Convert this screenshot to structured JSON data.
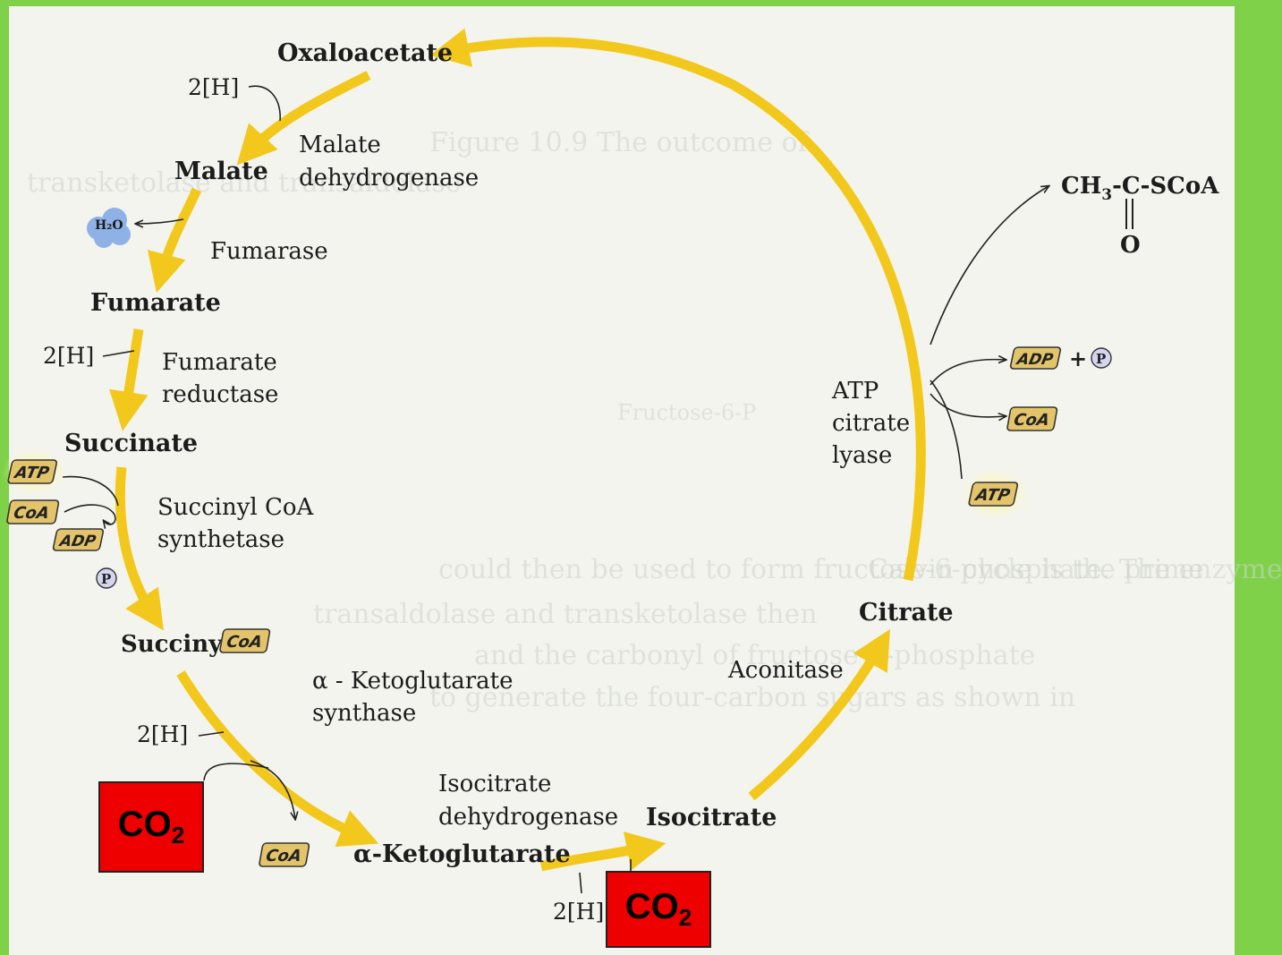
{
  "colors": {
    "frame": "#7fd14a",
    "arrow": "#f2c81c",
    "co2_box": "#ee0000",
    "background": "#f4f4ee"
  },
  "metabolites": {
    "oxaloacetate": "Oxaloacetate",
    "malate": "Malate",
    "fumarate": "Fumarate",
    "succinate": "Succinate",
    "succinyl_coa_prefix": "Succinyl-",
    "alpha_ketoglutarate": "α-Ketoglutarate",
    "isocitrate": "Isocitrate",
    "citrate": "Citrate",
    "acetyl_coa_main": "CH",
    "acetyl_coa_sub": "3",
    "acetyl_coa_rest": "-C-SCoA",
    "acetyl_coa_oxygen": "O"
  },
  "enzymes": {
    "malate_dh_line1": "Malate",
    "malate_dh_line2": "dehydrogenase",
    "fumarase": "Fumarase",
    "fumarate_reductase_line1": "Fumarate",
    "fumarate_reductase_line2": "reductase",
    "succinyl_coa_synthetase_line1": "Succinyl CoA",
    "succinyl_coa_synthetase_line2": "synthetase",
    "akg_synthase_line1": "α - Ketoglutarate",
    "akg_synthase_line2": "synthase",
    "isocitrate_dh_line1": "Isocitrate",
    "isocitrate_dh_line2": "dehydrogenase",
    "aconitase": "Aconitase",
    "atp_citrate_lyase_line1": "ATP",
    "atp_citrate_lyase_line2": "citrate",
    "atp_citrate_lyase_line3": "lyase"
  },
  "cofactors": {
    "reducing_equivalent": "2[H]",
    "water": "H₂O",
    "atp": "ATP",
    "adp": "ADP",
    "coa": "CoA",
    "phosphate": "P",
    "plus": "+",
    "co2_main": "CO",
    "co2_sub": "2"
  },
  "background_text": [
    "Figure 10.9 The outcome of",
    "transketolase and transaldolase",
    "could then be used to form fructose-6-phosphate. The enzyme",
    "Calvin cycle is the prime",
    "transaldolase and transketolase then",
    "and the carbonyl of fructose-6-phosphate",
    "to generate the four-carbon sugars as shown in",
    "Fructose-6-P"
  ]
}
